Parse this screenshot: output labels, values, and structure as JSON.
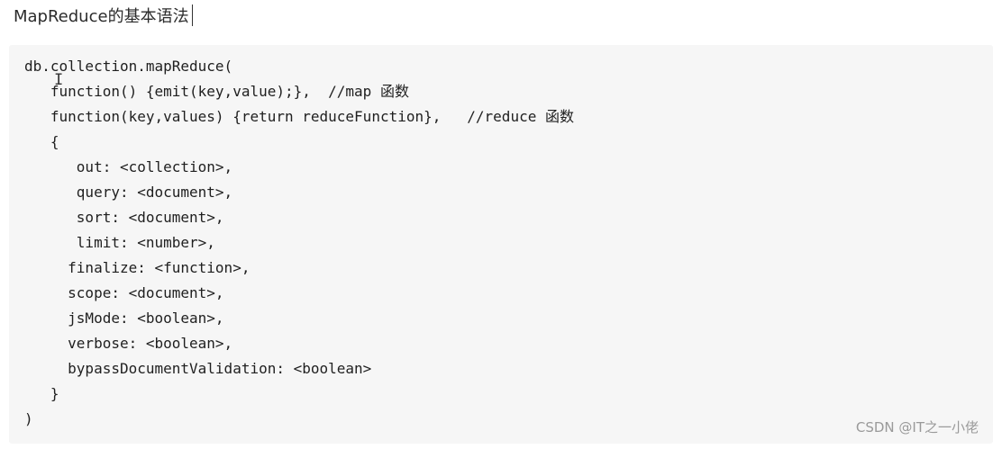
{
  "heading": {
    "title": "MapReduce的基本语法"
  },
  "code": {
    "lines": [
      "db.collection.mapReduce(",
      "   function() {emit(key,value);},  //map 函数",
      "   function(key,values) {return reduceFunction},   //reduce 函数",
      "   {",
      "      out: <collection>,",
      "      query: <document>,",
      "      sort: <document>,",
      "      limit: <number>,",
      "     finalize: <function>,",
      "     scope: <document>,",
      "     jsMode: <boolean>,",
      "     verbose: <boolean>,",
      "     bypassDocumentValidation: <boolean>",
      "   }",
      ")"
    ]
  },
  "watermark": {
    "text": "CSDN @IT之一小佬"
  }
}
